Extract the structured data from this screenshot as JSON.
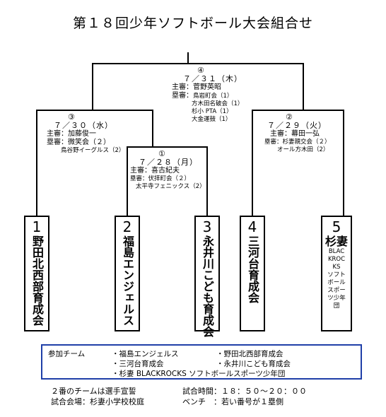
{
  "title": "第１８回少年ソフトボール大会組合せ",
  "matches": {
    "m4": {
      "num": "④",
      "date": "７／３１（木）",
      "umpire": "主審：菅野英昭",
      "base_label": "塁審：",
      "base": [
        "鳥岩町会（1）",
        "方木田名破会（1）",
        "杉小 PTA（1）",
        "大金運鼓（1）"
      ]
    },
    "m3": {
      "num": "③",
      "date": "７／３０（水）",
      "umpire": "主審：加藤俊一",
      "base1": "塁審：微笑会（２）",
      "base2": "鳥谷野イーグルス（2）"
    },
    "m2": {
      "num": "②",
      "date": "７／２９（火）",
      "umpire": "主審：幕田一弘",
      "base1": "塁審：杉妻親交会（２）",
      "base2": "オール方木田（2）"
    },
    "m1": {
      "num": "①",
      "date": "７／２８（月）",
      "umpire": "主審：喜古紀夫",
      "base1": "塁審：伏拝町会（２）",
      "base2": "太平寺フェニックス（2）"
    }
  },
  "teams": [
    {
      "num": "1",
      "name": "野田北西部育成会"
    },
    {
      "num": "2",
      "name": "福島エンジェルス"
    },
    {
      "num": "3",
      "name": "永井川こども育成会"
    },
    {
      "num": "4",
      "name": "三河台育成会"
    },
    {
      "num": "5",
      "name": "杉妻",
      "sub": [
        "BLAC",
        "KROC",
        "KS",
        "ソフト",
        "ボール",
        "スポー",
        "ツ少年",
        "団"
      ]
    }
  ],
  "participants": {
    "label": "参加チーム",
    "items": [
      "・福島エンジェルス",
      "・野田北西部育成会",
      "・三河台育成会",
      "・永井川こども育成会",
      "・杉妻 BLACKROCKS ソフトボールスポーツ少年団"
    ]
  },
  "notes": {
    "host": "２番のチームは選手宣誓",
    "time": "試合時間：１８：５０～２０：００",
    "venue": "試合会場：杉妻小学校校庭",
    "bench": "ベンチ　：若い番号が１塁側"
  }
}
